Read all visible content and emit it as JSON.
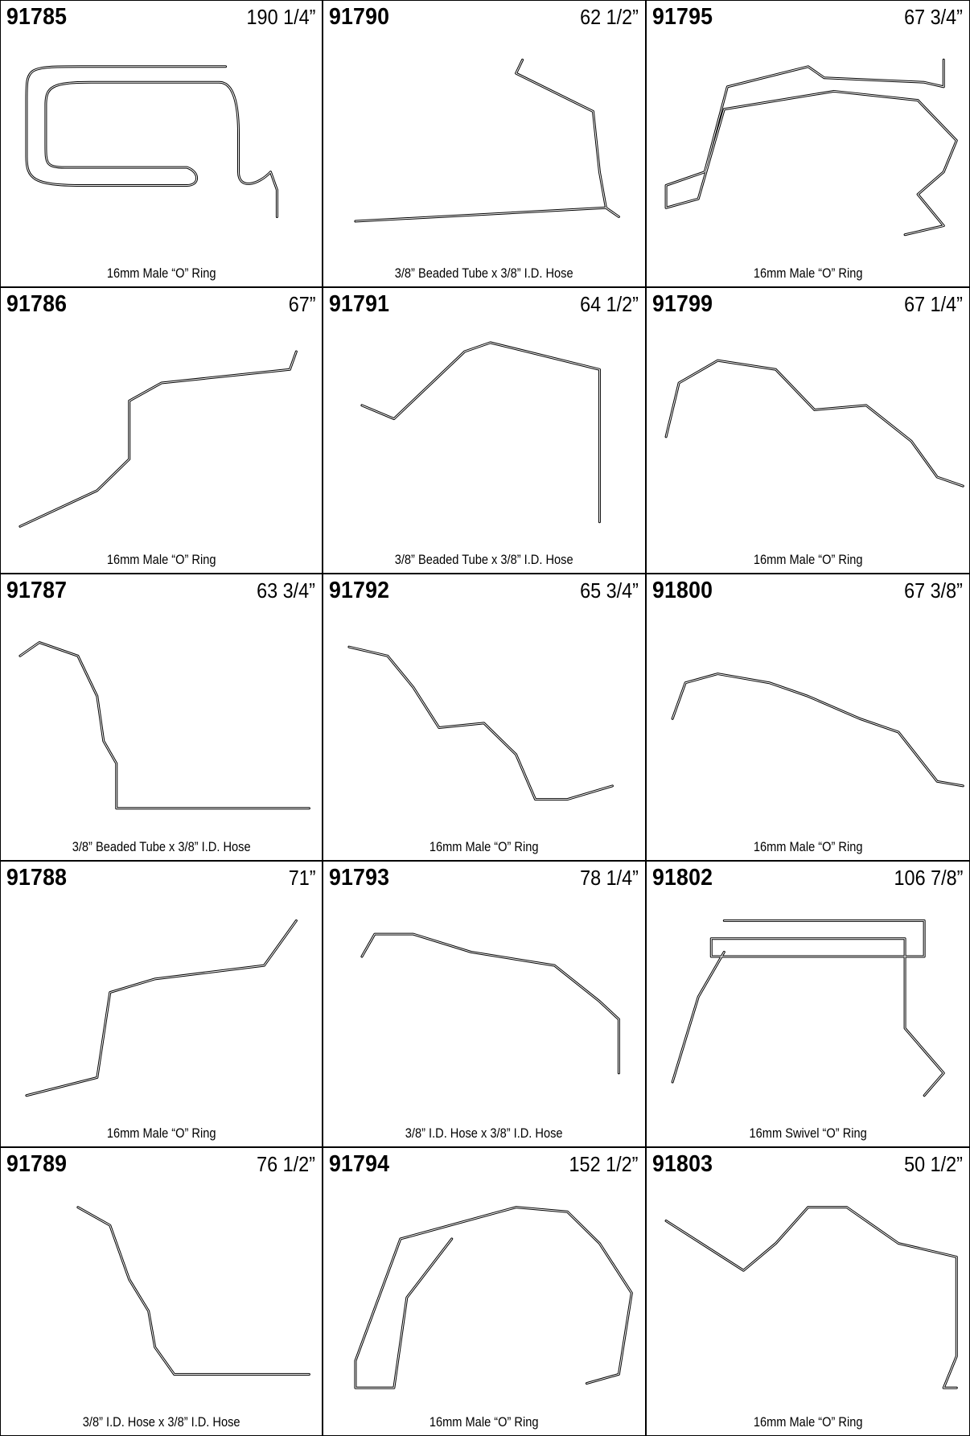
{
  "parts": [
    {
      "part_no": "91785",
      "length": "190 1/4”",
      "fitting": "16mm Male “O” Ring",
      "icon": "looped-hose-line"
    },
    {
      "part_no": "91790",
      "length": "62 1/2”",
      "fitting": "3/8” Beaded Tube x 3/8” I.D. Hose",
      "icon": "hose-assembly"
    },
    {
      "part_no": "91795",
      "length": "67 3/4”",
      "fitting": "16mm Male “O” Ring",
      "icon": "hose-assembly"
    },
    {
      "part_no": "91786",
      "length": "67”",
      "fitting": "16mm Male “O” Ring",
      "icon": "hose-assembly"
    },
    {
      "part_no": "91791",
      "length": "64 1/2”",
      "fitting": "3/8” Beaded Tube x 3/8” I.D. Hose",
      "icon": "hose-assembly"
    },
    {
      "part_no": "91799",
      "length": "67 1/4”",
      "fitting": "16mm Male “O” Ring",
      "icon": "hose-assembly"
    },
    {
      "part_no": "91787",
      "length": "63 3/4”",
      "fitting": "3/8” Beaded Tube x 3/8” I.D. Hose",
      "icon": "hose-assembly"
    },
    {
      "part_no": "91792",
      "length": "65 3/4”",
      "fitting": "16mm Male “O” Ring",
      "icon": "hose-assembly"
    },
    {
      "part_no": "91800",
      "length": "67 3/8”",
      "fitting": "16mm Male “O” Ring",
      "icon": "hose-assembly"
    },
    {
      "part_no": "91788",
      "length": "71”",
      "fitting": "16mm Male “O” Ring",
      "icon": "hose-assembly"
    },
    {
      "part_no": "91793",
      "length": "78 1/4”",
      "fitting": "3/8” I.D. Hose x 3/8” I.D. Hose",
      "icon": "hose-assembly"
    },
    {
      "part_no": "91802",
      "length": "106 7/8”",
      "fitting": "16mm Swivel “O” Ring",
      "icon": "looped-hose-line"
    },
    {
      "part_no": "91789",
      "length": "76 1/2”",
      "fitting": "3/8” I.D. Hose x 3/8” I.D. Hose",
      "icon": "hose-assembly"
    },
    {
      "part_no": "91794",
      "length": "152 1/2”",
      "fitting": "16mm Male “O” Ring",
      "icon": "looped-hose-line"
    },
    {
      "part_no": "91803",
      "length": "50 1/2”",
      "fitting": "16mm Male “O” Ring",
      "icon": "hose-assembly"
    }
  ]
}
